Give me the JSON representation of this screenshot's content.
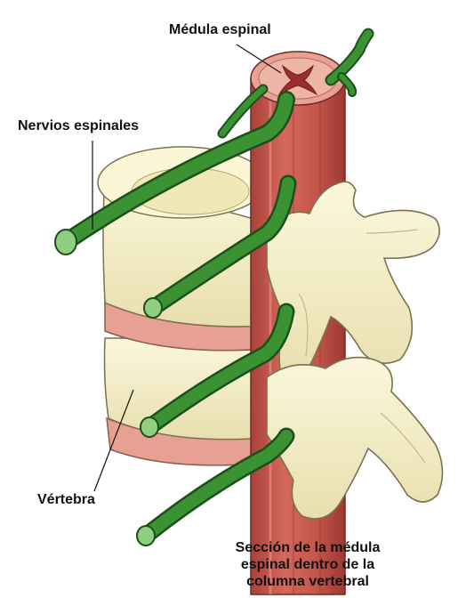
{
  "labels": {
    "spinal_cord": "Médula espinal",
    "spinal_nerves": "Nervios espinales",
    "vertebra": "Vértebra",
    "caption_line1": "Sección de la médula",
    "caption_line2": "espinal dentro de la",
    "caption_line3": "columna vertebral"
  },
  "colors": {
    "bone": "#f7f1cc",
    "bone_shadow": "#d7cc94",
    "disc": "#e9a79a",
    "cord": "#c8564c",
    "cord_light": "#d9766a",
    "nerve": "#2f7d2b",
    "nerve_dark": "#1b4f19"
  }
}
